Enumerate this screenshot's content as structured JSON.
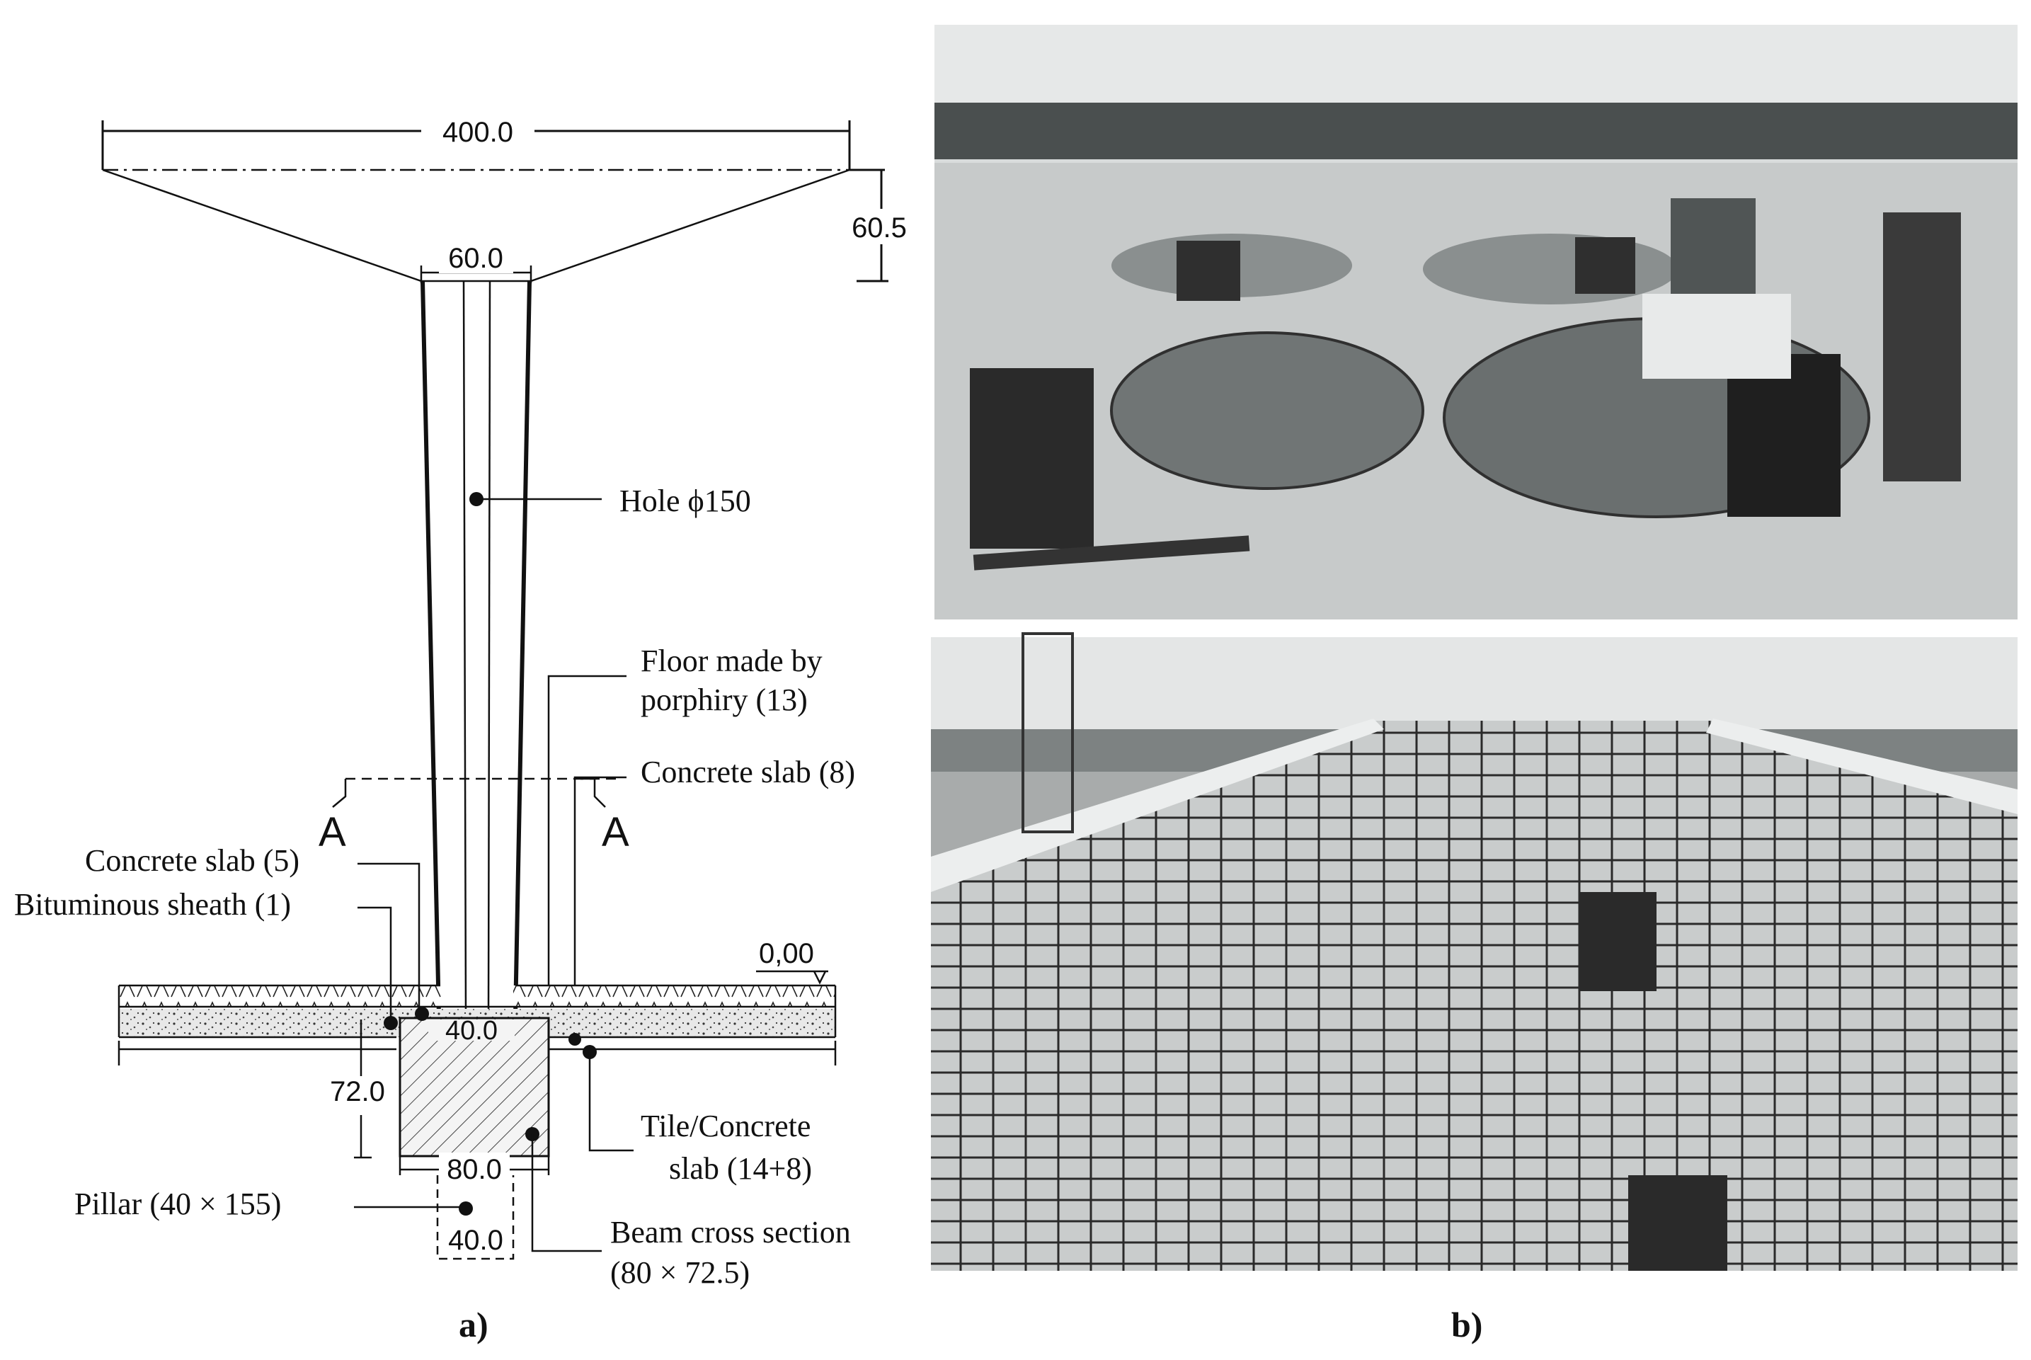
{
  "panel_a": {
    "caption": "a)",
    "dimensions": {
      "top_width": "400.0",
      "neck_width": "60.0",
      "head_height": "60.5",
      "beam_top_width": "40.0",
      "beam_height": "72.0",
      "beam_bottom_width": "80.0",
      "pillar_width": "40.0",
      "level": "0,00"
    },
    "section_marks": [
      "A",
      "A"
    ],
    "labels": {
      "hole": "Hole ϕ150",
      "floor_line1": "Floor made by",
      "floor_line2": "porphiry (13)",
      "slab8": "Concrete slab (8)",
      "slab5": "Concrete slab (5)",
      "bitumen": "Bituminous sheath (1)",
      "tile_line1": "Tile/Concrete",
      "tile_line2": "slab (14+8)",
      "pillar": "Pillar (40 × 155)",
      "beam_line1": "Beam cross section",
      "beam_line2": "(80 × 72.5)"
    }
  },
  "panel_b": {
    "caption": "b)"
  }
}
